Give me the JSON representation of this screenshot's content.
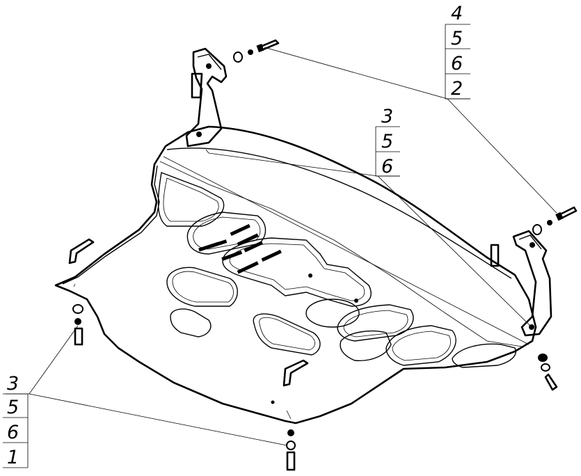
{
  "callouts": {
    "top_right": [
      "4",
      "5",
      "6",
      "2"
    ],
    "center": [
      "3",
      "5",
      "6"
    ],
    "bottom_left": [
      "3",
      "5",
      "6",
      "1"
    ]
  }
}
